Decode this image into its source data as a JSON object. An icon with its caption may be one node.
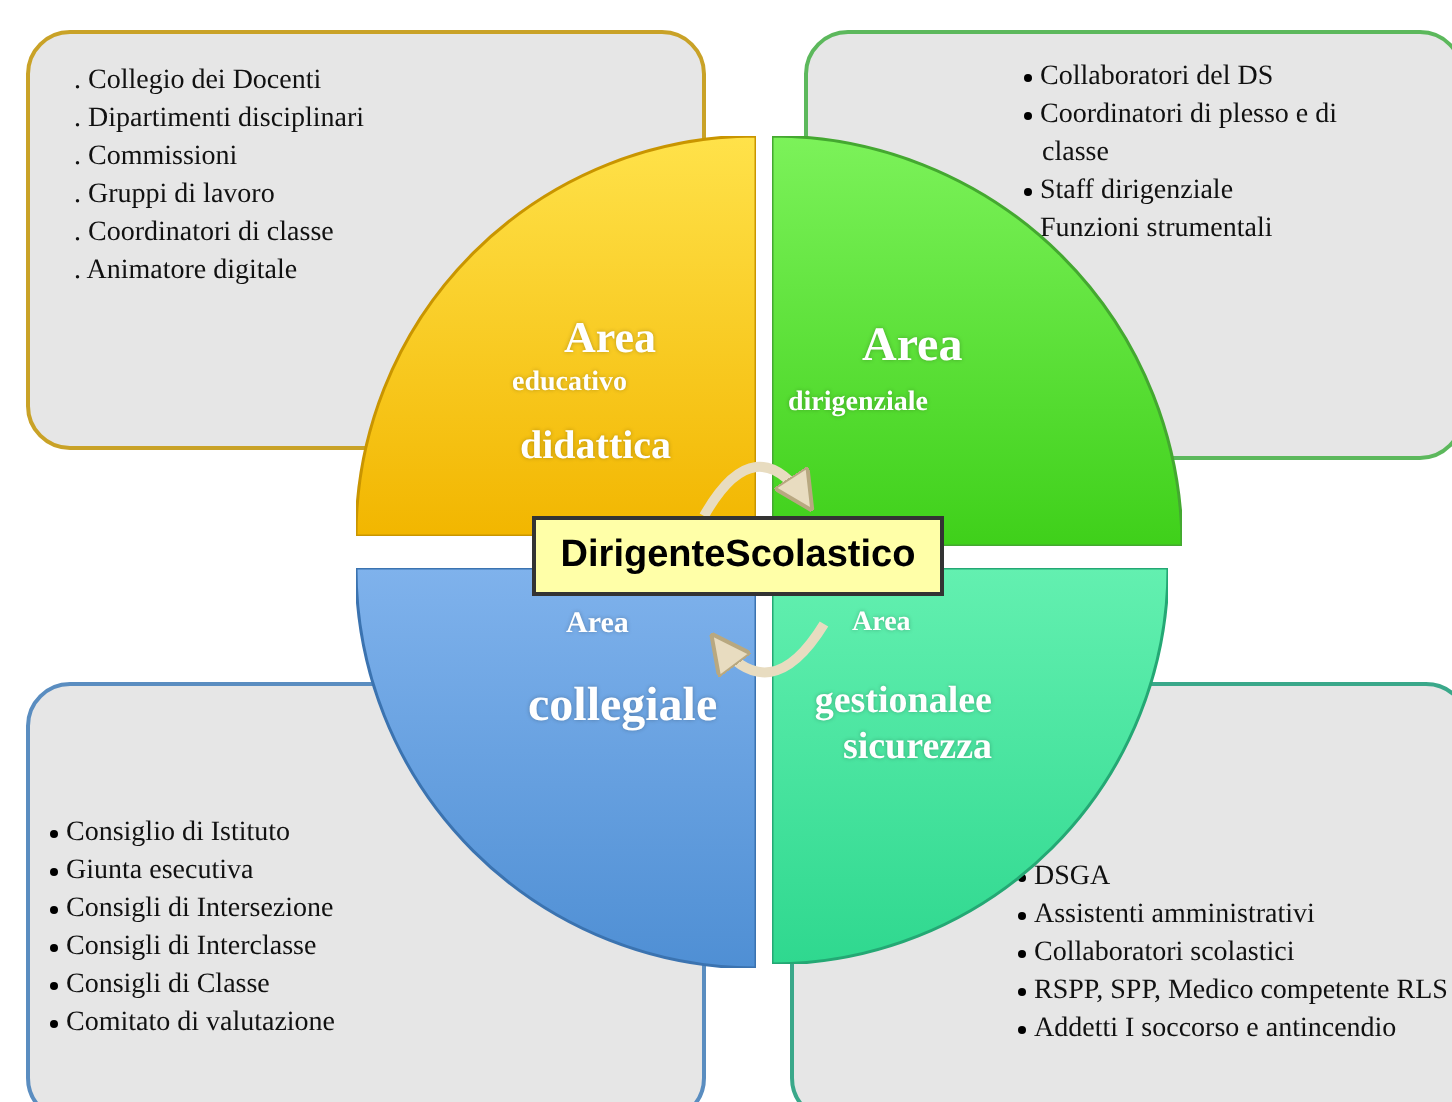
{
  "diagram": {
    "nodes": [
      {
        "text": [
          ". Collegio dei Docenti",
          ". Dipartimenti disciplinari",
          ". Commissioni",
          ". Gruppi di lavoro",
          ". Coordinatori di classe",
          ". Animatore digitale"
        ]
      },
      {
        "text": [
          "Collaboratori del DS",
          "Coordinatori di plesso e di classe",
          "Staff dirigenziale",
          "Funzioni strumentali"
        ]
      },
      {
        "text": [
          "Area",
          "educativo",
          "didattica"
        ]
      },
      {
        "text": [
          "Area",
          "dirigenziale"
        ]
      },
      {
        "text": [
          "DirigenteScolastico"
        ]
      },
      {
        "text": [
          "Area",
          "collegiale"
        ]
      },
      {
        "text": [
          "Area",
          "gestionalee sicurezza"
        ]
      },
      {
        "text": [
          "Consiglio di Istituto",
          "Giunta esecutiva",
          "Consigli di Intersezione",
          "Consigli di Interclasse",
          "Consigli di Classe",
          "Comitato di valutazione"
        ]
      },
      {
        "text": [
          "DSGA",
          "Assistenti amministrativi",
          "Collaboratori scolastici",
          "RSPP, SPP, Medico competente RLS",
          "Addetti I soccorso e antincendio"
        ]
      }
    ],
    "edges": [
      {
        "from": 2,
        "to": 3,
        "arrow": "to"
      },
      {
        "from": 6,
        "to": 5,
        "arrow": "to"
      }
    ]
  }
}
